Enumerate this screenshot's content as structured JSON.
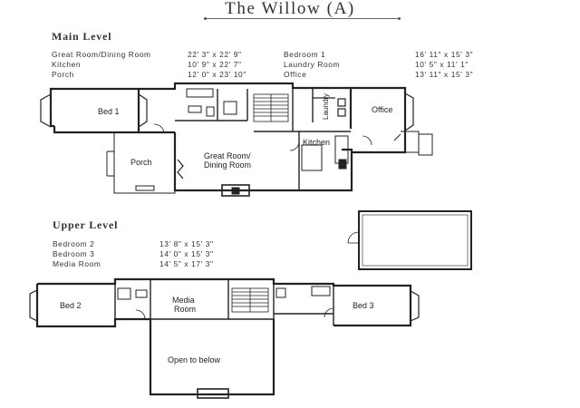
{
  "title": "The Willow (A)",
  "main_level": {
    "heading": "Main Level",
    "rooms": [
      {
        "name": "Great Room/Dining Room",
        "size": "22' 3\" x 22' 9\""
      },
      {
        "name": "Kitchen",
        "size": "10' 9\" x 22' 7\""
      },
      {
        "name": "Porch",
        "size": "12' 0\" x 23' 10\""
      },
      {
        "name": "Bedroom 1",
        "size": "16' 11\" x 15' 3\""
      },
      {
        "name": "Laundry Room",
        "size": "10' 5\" x 11' 1\""
      },
      {
        "name": "Office",
        "size": "13' 11\" x 15' 3\""
      }
    ],
    "plan_labels": {
      "bed1": "Bed 1",
      "office": "Office",
      "laundry": "Laundry",
      "kitchen": "Kitchen",
      "porch": "Porch",
      "great_room_l1": "Great Room/",
      "great_room_l2": "Dining Room"
    }
  },
  "upper_level": {
    "heading": "Upper Level",
    "rooms": [
      {
        "name": "Bedroom 2",
        "size": "13' 8\" x 15' 3\""
      },
      {
        "name": "Bedroom 3",
        "size": "14' 0\" x 15' 3\""
      },
      {
        "name": "Media Room",
        "size": "14' 5\" x 17' 3\""
      }
    ],
    "plan_labels": {
      "bed2": "Bed 2",
      "bed3": "Bed 3",
      "media_l1": "Media",
      "media_l2": "Room",
      "open": "Open to below"
    }
  }
}
